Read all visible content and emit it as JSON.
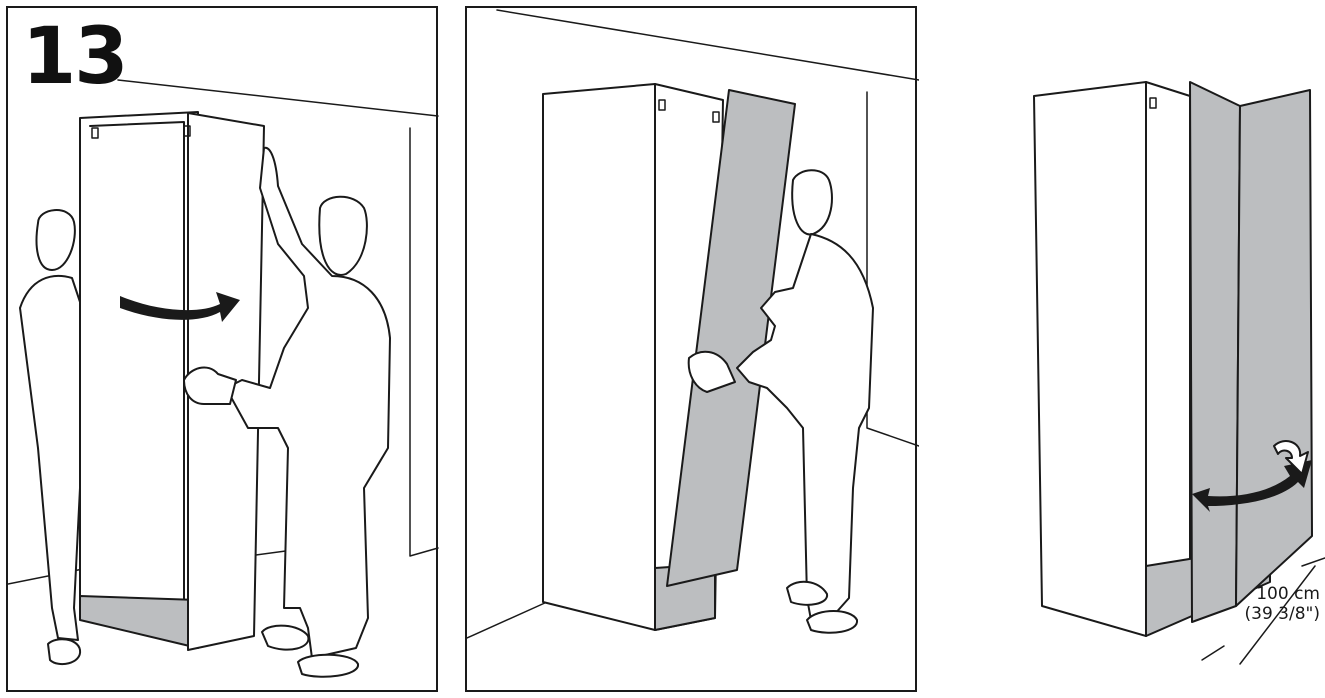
{
  "step": {
    "number": "13"
  },
  "dimension": {
    "metric": "100 cm",
    "imperial": "(39 3/8\")"
  },
  "colors": {
    "panel_grey": "#bcbec0",
    "ink": "#1a1a1a"
  },
  "icons": [
    "rotate-arrow-icon",
    "swing-arrow-icon"
  ]
}
